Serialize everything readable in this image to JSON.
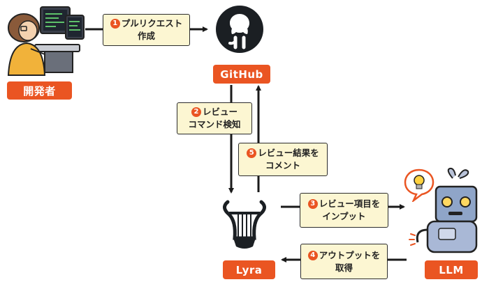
{
  "nodes": {
    "developer": "開発者",
    "github": "GitHub",
    "lyra": "Lyra",
    "llm": "LLM"
  },
  "steps": [
    {
      "num": "1",
      "line1": "プルリクエスト",
      "line2": "作成"
    },
    {
      "num": "2",
      "line1": "レビュー",
      "line2": "コマンド検知"
    },
    {
      "num": "3",
      "line1": "レビュー項目を",
      "line2": "インプット"
    },
    {
      "num": "4",
      "line1": "アウトプットを",
      "line2": "取得"
    },
    {
      "num": "5",
      "line1": "レビュー結果を",
      "line2": "コメント"
    }
  ],
  "colors": {
    "accent": "#ea5522",
    "note_bg": "#fcf6d2",
    "line": "#2b2b2b"
  },
  "icons": [
    "developer-illustration",
    "github-octocat-icon",
    "lyre-icon",
    "robot-illustration",
    "lightbulb-icon"
  ]
}
